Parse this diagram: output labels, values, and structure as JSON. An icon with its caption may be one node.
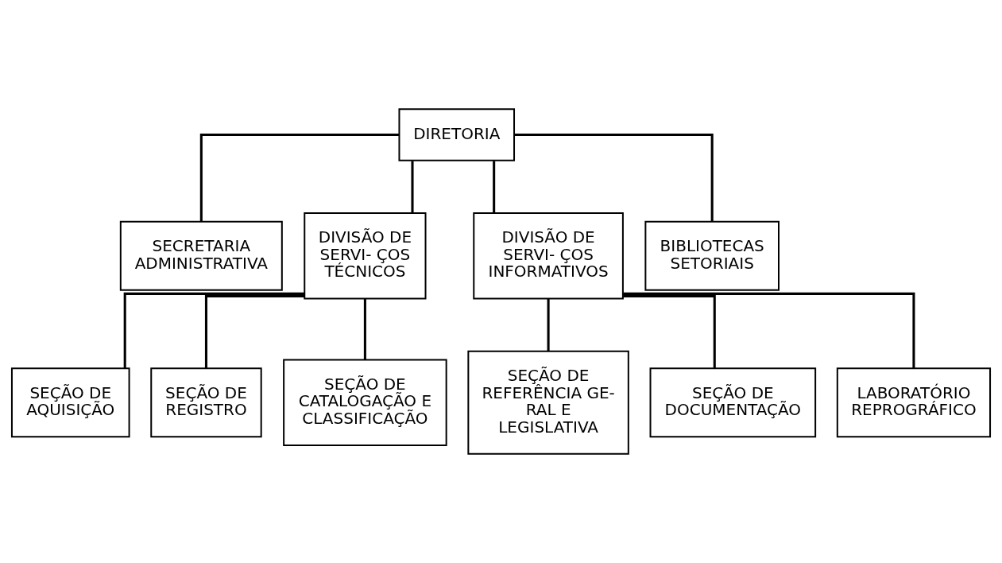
{
  "diagram": {
    "nodes": [
      {
        "text": [
          "DIRETORIA"
        ]
      },
      {
        "text": [
          "SECRETARIA ADMINISTRATIVA"
        ]
      },
      {
        "text": [
          "DIVISÃO DE SERVI- ÇOS TÉCNICOS"
        ]
      },
      {
        "text": [
          "DIVISÃO DE SERVI- ÇOS INFORMATIVOS"
        ]
      },
      {
        "text": [
          "BIBLIOTECAS SETORIAIS"
        ]
      },
      {
        "text": [
          "SEÇÃO DE AQUISIÇÃO"
        ]
      },
      {
        "text": [
          "SEÇÃO DE REGISTRO"
        ]
      },
      {
        "text": [
          "SEÇÃO DE CATALOGAÇÃO E CLASSIFICAÇÃO"
        ]
      },
      {
        "text": [
          "SEÇÃO DE REFERÊNCIA GE- RAL E LEGISLATIVA"
        ]
      },
      {
        "text": [
          "SEÇÃO DE DOCUMENTAÇÃO"
        ]
      },
      {
        "text": [
          "LABORATÓRIO REPROGRÁFICO"
        ]
      }
    ],
    "edges": [
      {
        "from": 0,
        "to": 1,
        "arrow": "none"
      },
      {
        "from": 0,
        "to": 2,
        "arrow": "none"
      },
      {
        "from": 0,
        "to": 3,
        "arrow": "none"
      },
      {
        "from": 0,
        "to": 4,
        "arrow": "none"
      },
      {
        "from": 2,
        "to": 5,
        "arrow": "none"
      },
      {
        "from": 2,
        "to": 6,
        "arrow": "none"
      },
      {
        "from": 2,
        "to": 7,
        "arrow": "none"
      },
      {
        "from": 3,
        "to": 8,
        "arrow": "none"
      },
      {
        "from": 3,
        "to": 9,
        "arrow": "none"
      },
      {
        "from": 3,
        "to": 10,
        "arrow": "none"
      }
    ]
  }
}
